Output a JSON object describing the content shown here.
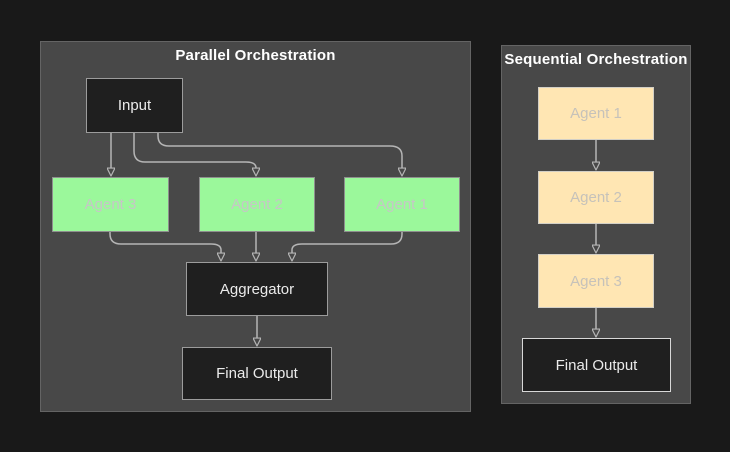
{
  "panels": {
    "parallel": {
      "title": "Parallel Orchestration",
      "nodes": {
        "input": {
          "label": "Input"
        },
        "agent3": {
          "label": "Agent 3"
        },
        "agent2": {
          "label": "Agent 2"
        },
        "agent1": {
          "label": "Agent 1"
        },
        "aggregator": {
          "label": "Aggregator"
        },
        "final_output": {
          "label": "Final Output"
        }
      }
    },
    "sequential": {
      "title": "Sequential Orchestration",
      "nodes": {
        "agent1": {
          "label": "Agent 1"
        },
        "agent2": {
          "label": "Agent 2"
        },
        "agent3": {
          "label": "Agent 3"
        },
        "final_output": {
          "label": "Final Output"
        }
      }
    }
  },
  "colors": {
    "page_background": "#191919",
    "panel_fill": "#484848",
    "panel_border": "#646464",
    "dark_node_fill": "#1f1f1f",
    "dark_node_border": "#9c9c9c",
    "parallel_agent_fill": "#9bf89b",
    "sequential_agent_fill": "#ffe6b3",
    "agent_label_text": "#c6c6c6",
    "dark_node_text": "#ebebeb",
    "title_text": "#ffffff",
    "edge_stroke": "#b5b5b5"
  }
}
